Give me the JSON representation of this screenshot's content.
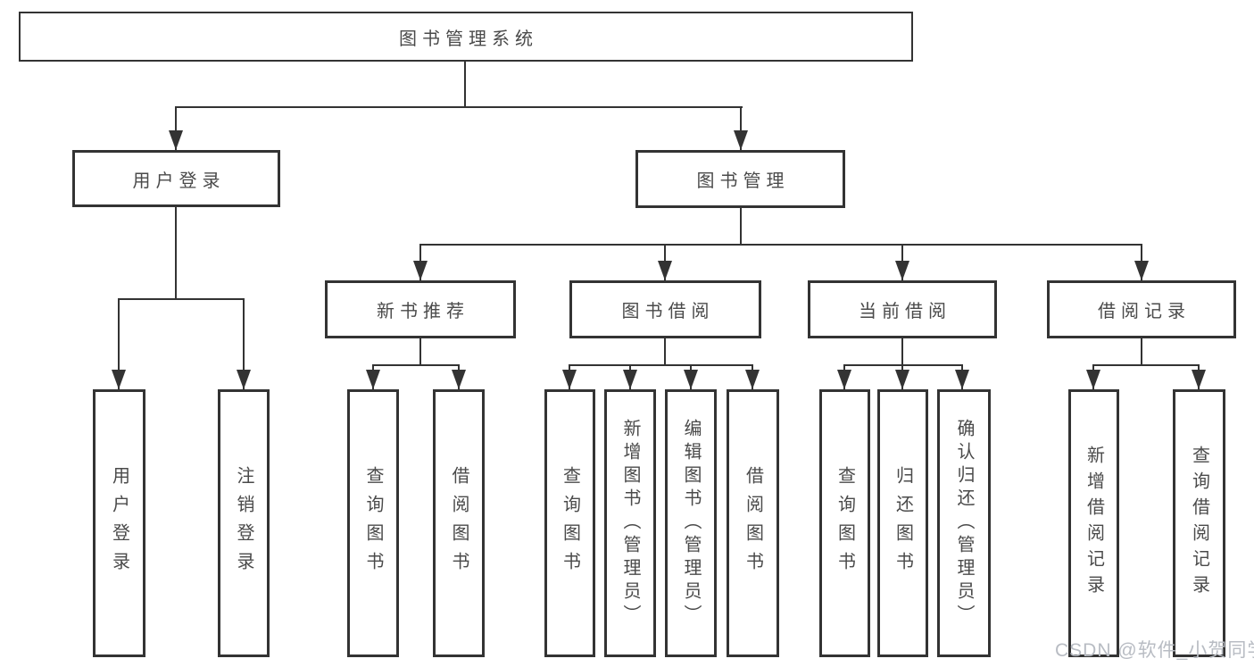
{
  "diagram": {
    "type": "tree",
    "root": {
      "label": "图书管理系统"
    },
    "children": [
      {
        "label": "用户登录",
        "children": [
          {
            "label": "用户登录"
          },
          {
            "label": "注销登录"
          }
        ]
      },
      {
        "label": "图书管理",
        "children": [
          {
            "label": "新书推荐",
            "children": [
              {
                "label": "查询图书"
              },
              {
                "label": "借阅图书"
              }
            ]
          },
          {
            "label": "图书借阅",
            "children": [
              {
                "label": "查询图书"
              },
              {
                "label": "新增图书（管理员）"
              },
              {
                "label": "编辑图书（管理员）"
              },
              {
                "label": "借阅图书"
              }
            ]
          },
          {
            "label": "当前借阅",
            "children": [
              {
                "label": "查询图书"
              },
              {
                "label": "归还图书"
              },
              {
                "label": "确认归还（管理员）"
              }
            ]
          },
          {
            "label": "借阅记录",
            "children": [
              {
                "label": "新增借阅记录"
              },
              {
                "label": "查询借阅记录"
              }
            ]
          }
        ]
      }
    ]
  },
  "colors": {
    "line": "#333333",
    "text": "#4a4a4a",
    "background": "#ffffff",
    "watermark": "#b8bcc3"
  },
  "watermark": {
    "text": "CSDN @软件_小贺同学"
  }
}
